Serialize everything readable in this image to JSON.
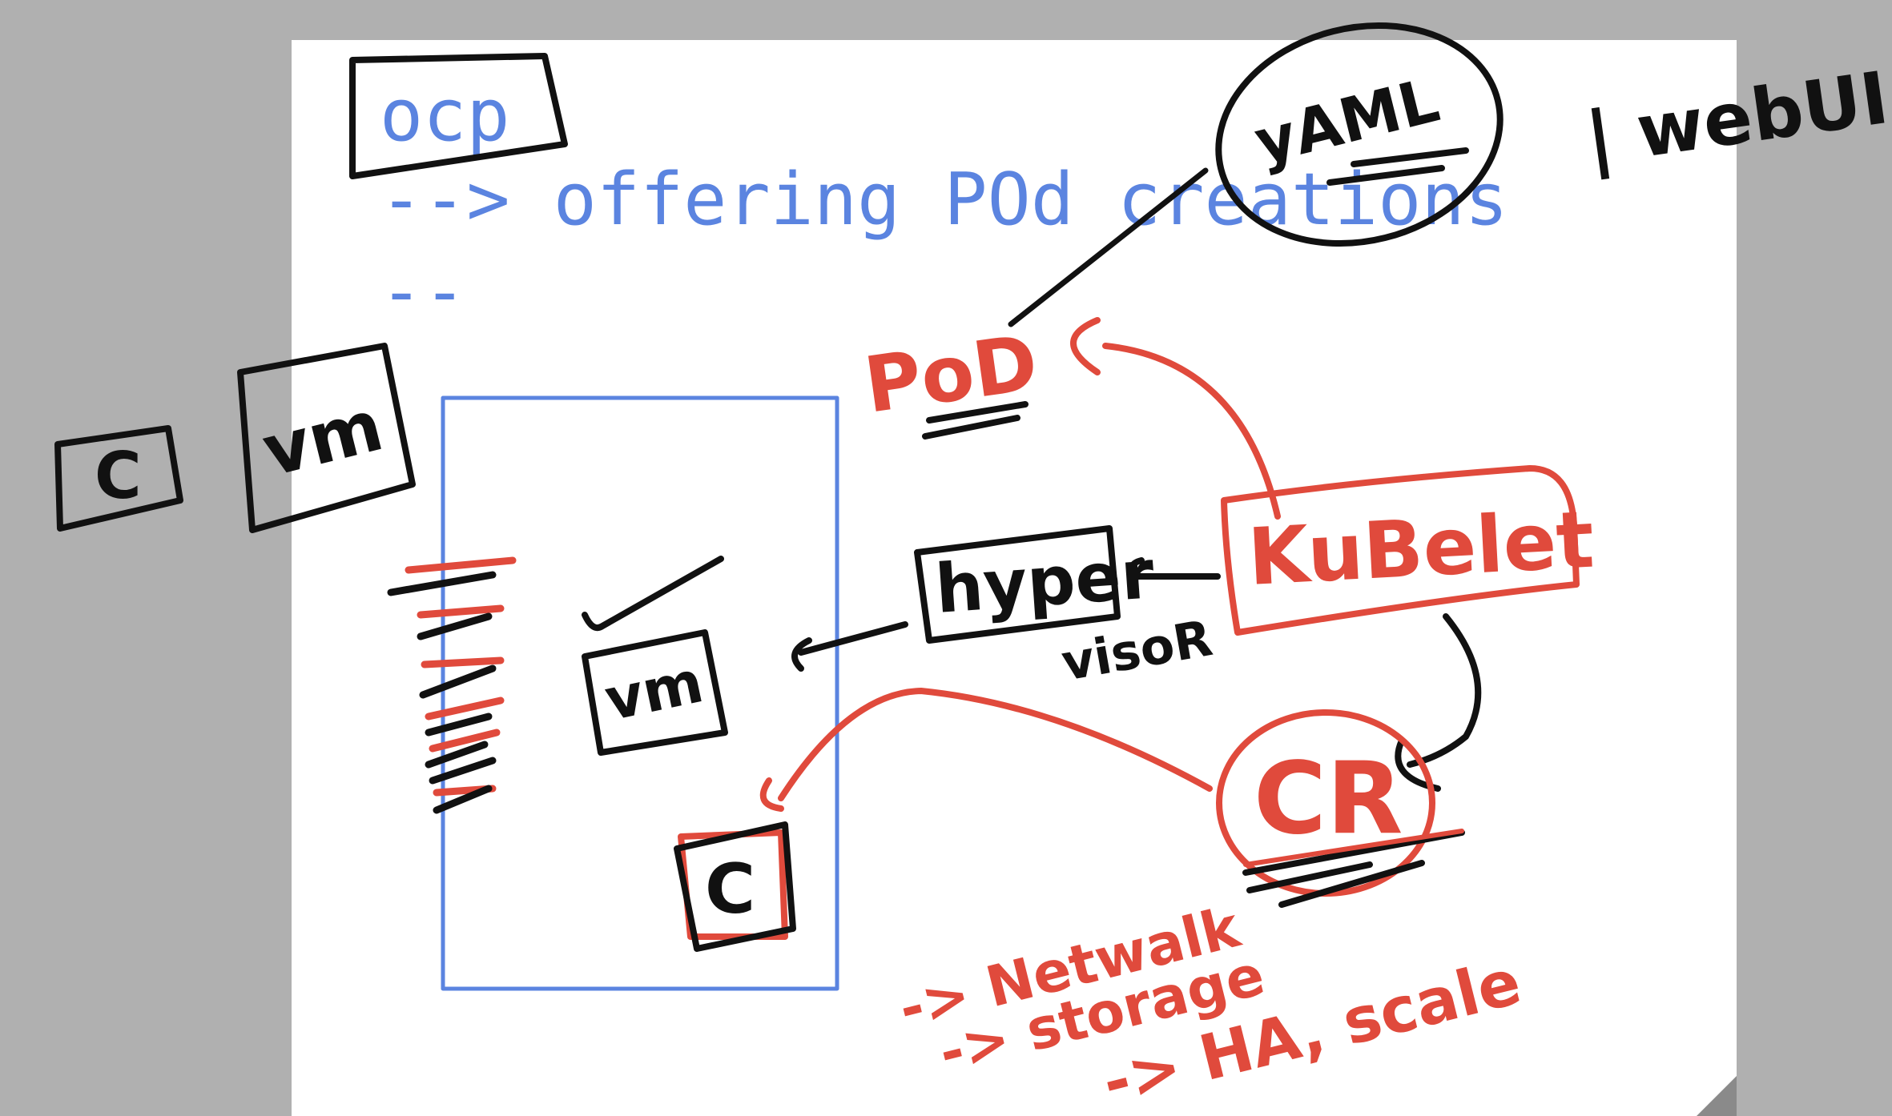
{
  "typed": {
    "line1": "ocp",
    "line2": "--> offering POd creations",
    "line3": "--"
  },
  "handwriting": {
    "c_outside": "C",
    "vm_outside": "vm",
    "pod": "PoD",
    "yaml": "yAML",
    "webui": "| webUI",
    "kubelet": "KuBelet",
    "hypervisor_top": "hyper",
    "hypervisor_bottom": "visoR",
    "vm_inside": "vm",
    "c_inside": "C",
    "cr": "CR",
    "network": "-> Netwalk",
    "storage": "-> storage",
    "ha_scale": "-> HA, scale"
  },
  "colors": {
    "typed_text": "#5b84e0",
    "black_ink": "#111111",
    "red_ink": "#e04a3c",
    "container_outline": "#5b84e0",
    "outer_background": "#b0b0b0"
  }
}
